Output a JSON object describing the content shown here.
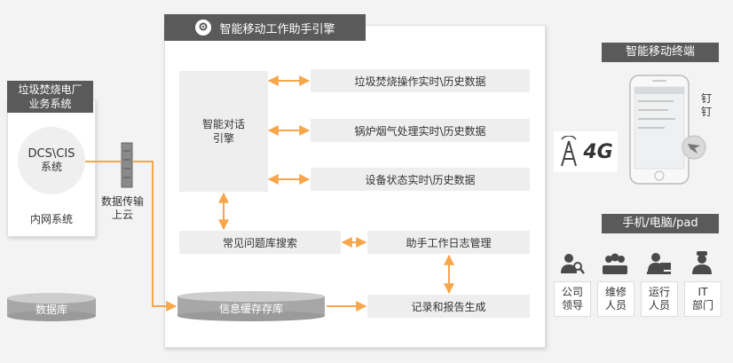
{
  "engine": {
    "title": "智能移动工作助手引擎",
    "dialog_engine": "智能对话引擎",
    "data_items": [
      "垃圾焚烧操作实时\\历史数据",
      "锅炉烟气处理实时\\历史数据",
      "设备状态实时\\历史数据"
    ],
    "faq_search": "常见问题库搜索",
    "work_log": "助手工作日志管理",
    "cache_db": "信息缓存存库",
    "report_gen": "记录和报告生成"
  },
  "plant": {
    "title_line1": "垃圾焚烧电厂",
    "title_line2": "业务系统",
    "dcs_line1": "DCS\\CIS",
    "dcs_line2": "系统",
    "intranet": "内网系统",
    "database": "数据库"
  },
  "transfer": {
    "line1": "数据传输",
    "line2": "上云"
  },
  "mobile": {
    "title": "智能移动终端",
    "net_badge": "4G",
    "dingtalk_line1": "钉",
    "dingtalk_line2": "钉"
  },
  "devices": {
    "title": "手机/电脑/pad",
    "roles": [
      {
        "line1": "公司",
        "line2": "领导",
        "icon": "search-user-icon"
      },
      {
        "line1": "维修",
        "line2": "人员",
        "icon": "group-icon"
      },
      {
        "line1": "运行",
        "line2": "人员",
        "icon": "computer-user-icon"
      },
      {
        "line1": "IT",
        "line2": "部门",
        "icon": "it-staff-icon"
      }
    ]
  },
  "colors": {
    "arrow": "#f7a64a",
    "header_dark": "#5a5a5a",
    "box_light": "#eeeeee"
  }
}
